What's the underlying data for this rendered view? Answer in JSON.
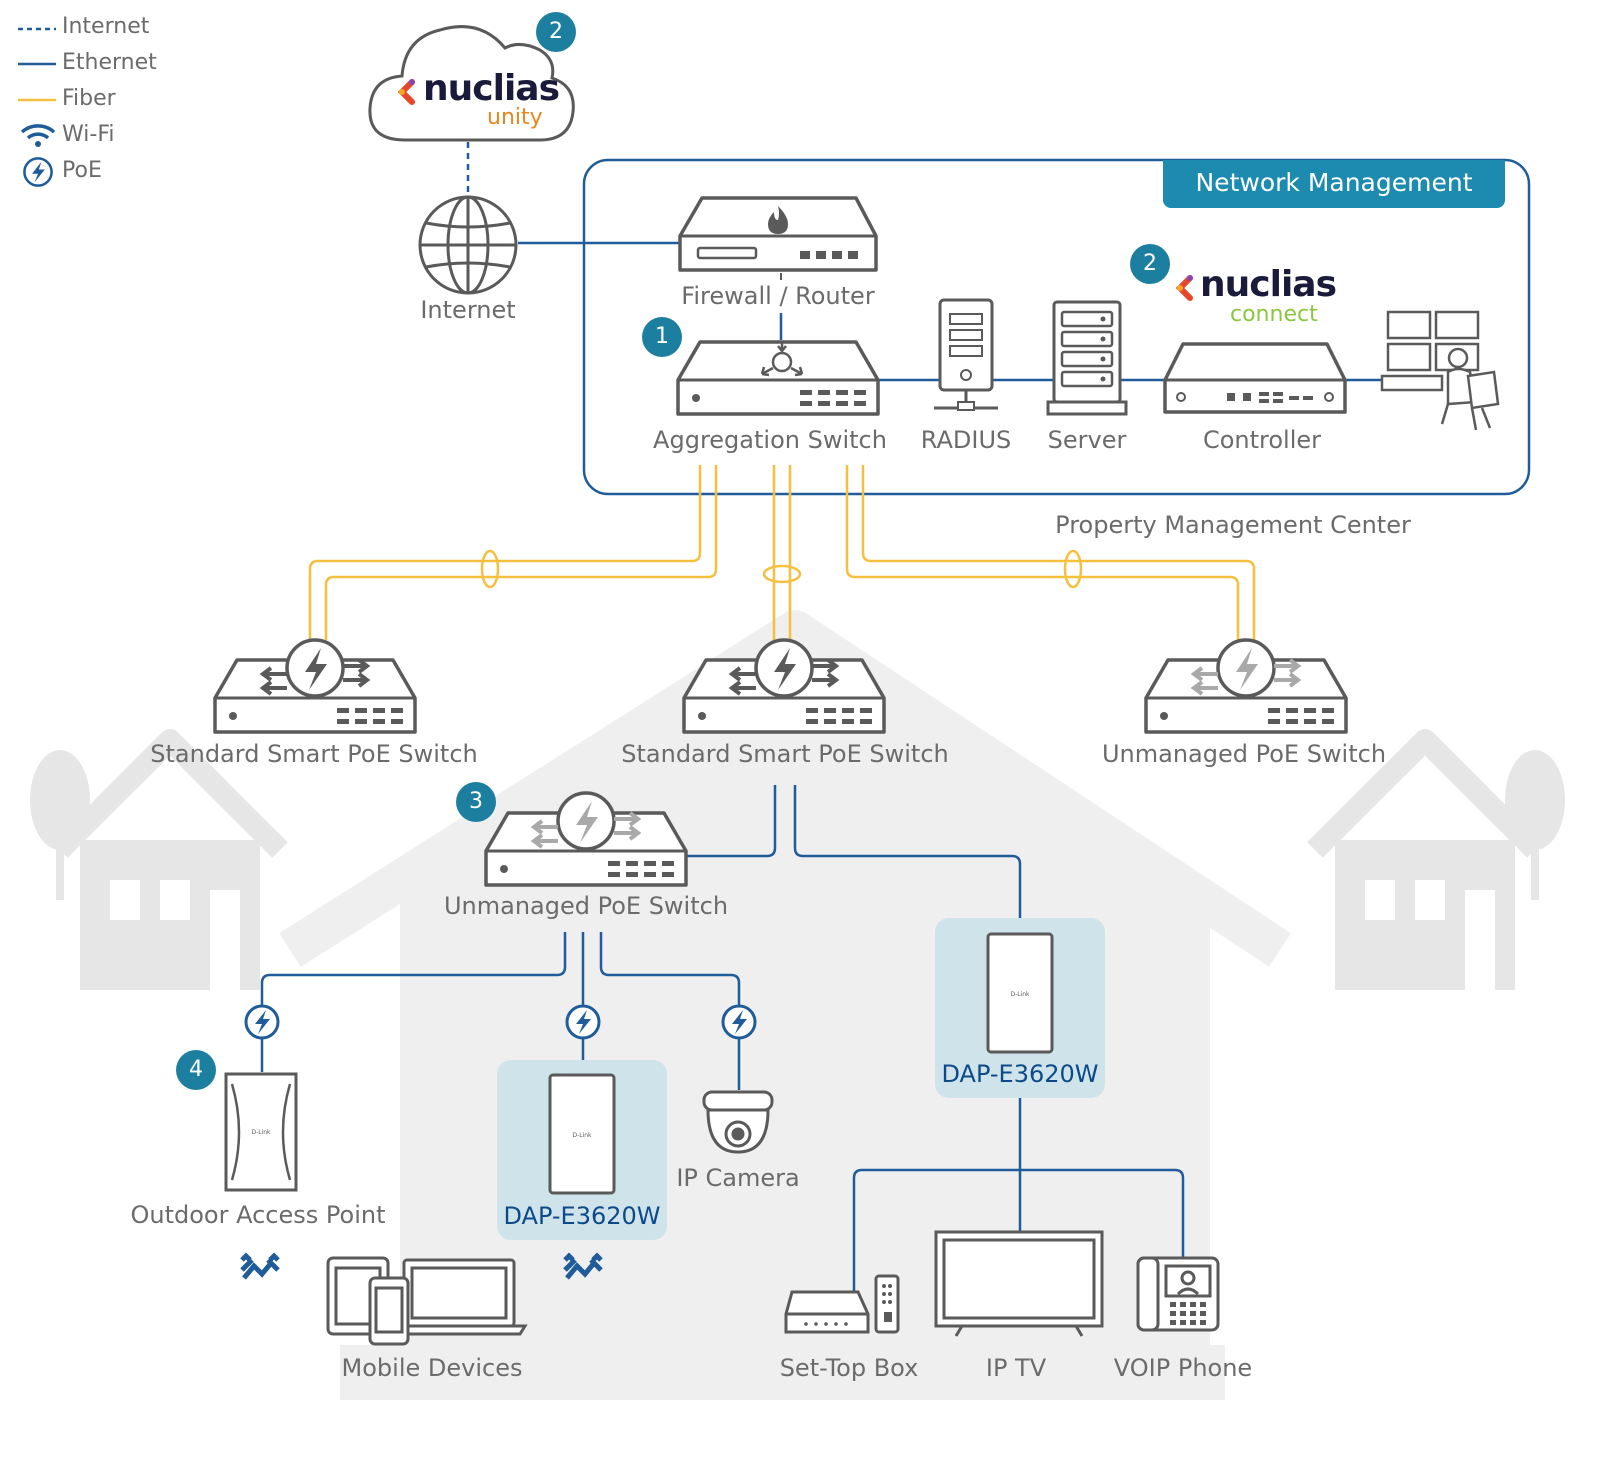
{
  "legend": {
    "internet": "Internet",
    "ethernet": "Ethernet",
    "fiber": "Fiber",
    "wifi": "Wi-Fi",
    "poe": "PoE"
  },
  "cloud": {
    "brand": "nuclias",
    "product": "unity",
    "badge": "2"
  },
  "network_management": {
    "title": "Network Management",
    "controller_brand": "nuclias",
    "controller_product": "connect",
    "controller_badge": "2"
  },
  "nodes": {
    "internet": "Internet",
    "firewall": "Firewall / Router",
    "aggregation": "Aggregation Switch",
    "aggregation_badge": "1",
    "radius": "RADIUS",
    "server": "Server",
    "controller": "Controller",
    "property_center": "Property Management Center",
    "smart_switch_left": "Standard Smart PoE Switch",
    "smart_switch_center": "Standard Smart PoE Switch",
    "unmanaged_right": "Unmanaged PoE Switch",
    "unmanaged_inner": "Unmanaged PoE Switch",
    "unmanaged_inner_badge": "3",
    "outdoor_ap": "Outdoor Access Point",
    "outdoor_ap_badge": "4",
    "dap_left": "DAP-E3620W",
    "dap_right": "DAP-E3620W",
    "ip_camera": "IP Camera",
    "mobile_devices": "Mobile Devices",
    "set_top_box": "Set-Top Box",
    "ip_tv": "IP TV",
    "voip_phone": "VOIP Phone",
    "device_brand": "D-Link"
  },
  "colors": {
    "ethernet": "#1f5c99",
    "fiber": "#f5c040",
    "accent": "#1d8ab0",
    "badge": "#1d7fa0",
    "device": "#5a5a5a",
    "house": "#efefef",
    "highlight": "#cfe3ea"
  }
}
